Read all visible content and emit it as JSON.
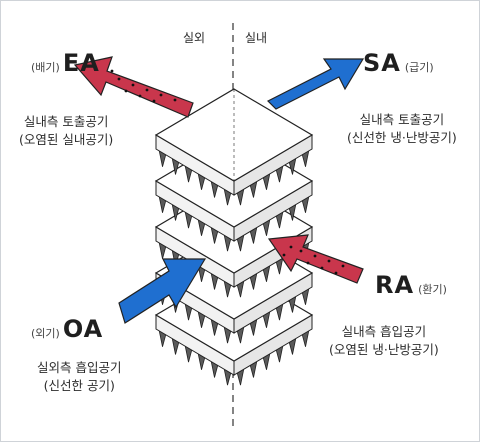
{
  "zones": {
    "outdoor": "실외",
    "indoor": "실내"
  },
  "streams": {
    "ea": {
      "prefix": "(배기)",
      "code": "EA",
      "line1": "실내측 토출공기",
      "line2": "(오염된 실내공기)",
      "color": "#c9364c"
    },
    "sa": {
      "code": "SA",
      "suffix": "(급기)",
      "line1": "실내측 토출공기",
      "line2": "(신선한 냉·난방공기)",
      "color": "#1f6fd0"
    },
    "ra": {
      "code": "RA",
      "suffix": "(환기)",
      "line1": "실내측 흡입공기",
      "line2": "(오염된 냉·난방공기)",
      "color": "#c9364c"
    },
    "oa": {
      "prefix": "(외기)",
      "code": "OA",
      "line1": "실외측 흡입공기",
      "line2": "(신선한 공기)",
      "color": "#1f6fd0"
    }
  },
  "colors": {
    "plate": "#ffffff",
    "plate_edge": "#222222",
    "fin": "#5a5a5a",
    "divider": "#333333"
  }
}
